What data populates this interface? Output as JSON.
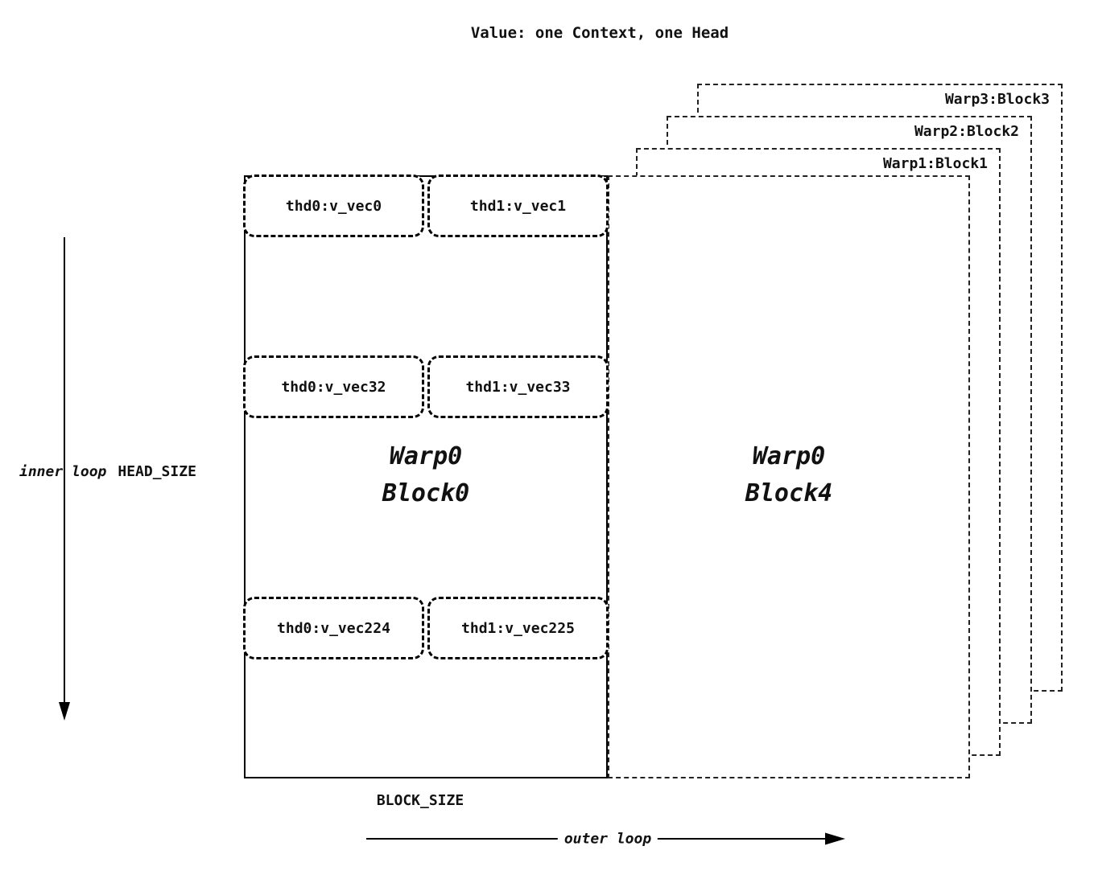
{
  "title": "Value: one Context, one Head",
  "background_blocks": [
    {
      "label": "Warp3:Block3"
    },
    {
      "label": "Warp2:Block2"
    },
    {
      "label": "Warp1:Block1"
    }
  ],
  "front_block": {
    "line1": "Warp0",
    "line2": "Block4"
  },
  "main_block": {
    "line1": "Warp0",
    "line2": "Block0",
    "vec_rows": [
      {
        "cells": [
          "thd0:v_vec0",
          "thd1:v_vec1"
        ]
      },
      {
        "cells": [
          "thd0:v_vec32",
          "thd1:v_vec33"
        ]
      },
      {
        "cells": [
          "thd0:v_vec224",
          "thd1:v_vec225"
        ]
      }
    ]
  },
  "labels": {
    "inner_loop": "inner loop",
    "head_size": "HEAD_SIZE",
    "block_size": "BLOCK_SIZE",
    "outer_loop": "outer loop"
  },
  "colors": {
    "ink": "#111111",
    "background": "#ffffff"
  }
}
